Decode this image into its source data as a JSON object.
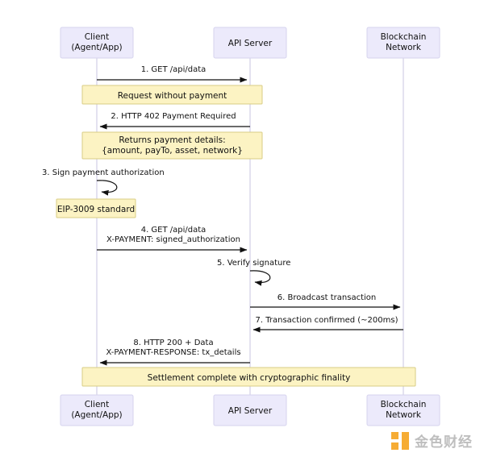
{
  "diagram": {
    "type": "sequence",
    "title": "x402 payment flow sequence diagram",
    "colors": {
      "participant_fill": "#eceafb",
      "participant_stroke": "#d6d3ee",
      "note_fill": "#fcf3c3",
      "note_stroke": "#d9cd85",
      "line": "#111111",
      "lifeline": "#c9c6e0",
      "watermark_accent": "#f6a623"
    },
    "participants": [
      {
        "id": "client",
        "line1": "Client",
        "line2": "(Agent/App)"
      },
      {
        "id": "api",
        "line1": "API Server",
        "line2": ""
      },
      {
        "id": "chain",
        "line1": "Blockchain",
        "line2": "Network"
      }
    ],
    "messages": [
      {
        "num": "1.",
        "line1": "1. GET /api/data",
        "line2": "",
        "from": "client",
        "to": "api",
        "direction": "right"
      },
      {
        "num": "2.",
        "line1": "2. HTTP 402 Payment Required",
        "line2": "",
        "from": "api",
        "to": "client",
        "direction": "left"
      },
      {
        "num": "3.",
        "line1": "3. Sign payment authorization",
        "line2": "",
        "from": "client",
        "to": "client",
        "direction": "self"
      },
      {
        "num": "4.",
        "line1": "4. GET /api/data",
        "line2": "X-PAYMENT: signed_authorization",
        "from": "client",
        "to": "api",
        "direction": "right"
      },
      {
        "num": "5.",
        "line1": "5. Verify signature",
        "line2": "",
        "from": "api",
        "to": "api",
        "direction": "self"
      },
      {
        "num": "6.",
        "line1": "6. Broadcast transaction",
        "line2": "",
        "from": "api",
        "to": "chain",
        "direction": "right"
      },
      {
        "num": "7.",
        "line1": "7. Transaction confirmed (~200ms)",
        "line2": "",
        "from": "chain",
        "to": "api",
        "direction": "left"
      },
      {
        "num": "8.",
        "line1": "8. HTTP 200 + Data",
        "line2": "X-PAYMENT-RESPONSE: tx_details",
        "from": "api",
        "to": "client",
        "direction": "left"
      }
    ],
    "notes": [
      {
        "id": "note-request",
        "line1": "Request without payment",
        "line2": ""
      },
      {
        "id": "note-payment-details",
        "line1": "Returns payment details:",
        "line2": "{amount, payTo, asset, network}"
      },
      {
        "id": "note-eip3009",
        "line1": "EIP-3009 standard",
        "line2": ""
      },
      {
        "id": "note-settlement",
        "line1": "Settlement complete with cryptographic finality",
        "line2": ""
      }
    ]
  },
  "watermark": {
    "text": "金色财经"
  }
}
